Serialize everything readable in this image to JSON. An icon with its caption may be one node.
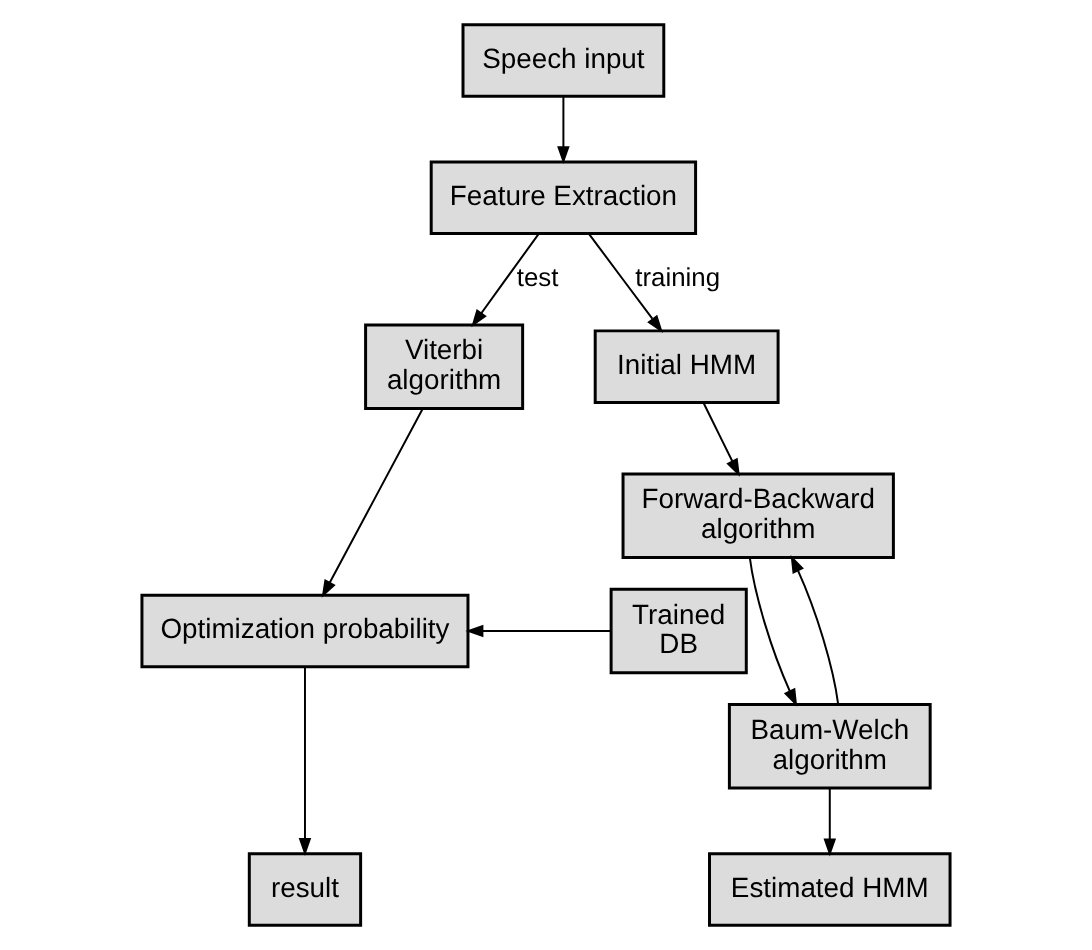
{
  "diagram": {
    "nodes": [
      {
        "text": [
          "Speech input"
        ]
      },
      {
        "text": [
          "Feature Extraction"
        ]
      },
      {
        "text": [
          "Viterbi algorithm"
        ]
      },
      {
        "text": [
          "Initial HMM"
        ]
      },
      {
        "text": [
          "Trained DB"
        ]
      },
      {
        "text": [
          "Optimization probability"
        ]
      },
      {
        "text": [
          "Forward-Backward algorithm"
        ]
      },
      {
        "text": [
          "Baum-Welch algorithm"
        ]
      },
      {
        "text": [
          "result"
        ]
      },
      {
        "text": [
          "Estimated HMM"
        ]
      }
    ],
    "edges": [
      {
        "from": 0,
        "to": 1,
        "arrow": "to"
      },
      {
        "from": 1,
        "to": 2,
        "arrow": "to",
        "label": "test"
      },
      {
        "from": 1,
        "to": 3,
        "arrow": "to",
        "label": "training"
      },
      {
        "from": 3,
        "to": 6,
        "arrow": "to"
      },
      {
        "from": 6,
        "to": 7,
        "arrow": "to"
      },
      {
        "from": 7,
        "to": 9,
        "arrow": "to"
      },
      {
        "from": 7,
        "to": 6,
        "arrow": "to"
      },
      {
        "from": 2,
        "to": 5,
        "arrow": "to"
      },
      {
        "from": 4,
        "to": 5,
        "arrow": "to"
      },
      {
        "from": 5,
        "to": 8,
        "arrow": "to"
      }
    ]
  }
}
